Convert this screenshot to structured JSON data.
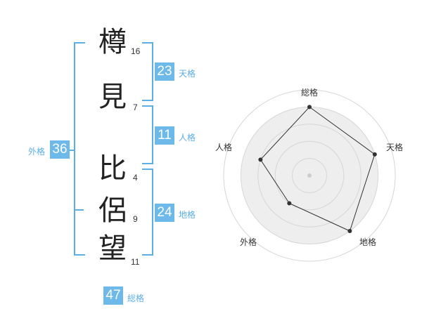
{
  "name": {
    "chars": [
      {
        "char": "樽",
        "strokes": "16"
      },
      {
        "char": "見",
        "strokes": "7"
      },
      {
        "char": "比",
        "strokes": "4"
      },
      {
        "char": "侶",
        "strokes": "9"
      },
      {
        "char": "望",
        "strokes": "11"
      }
    ]
  },
  "kakusu": {
    "tenkaku": {
      "value": "23",
      "label": "天格"
    },
    "jinkaku": {
      "value": "11",
      "label": "人格"
    },
    "chikaku": {
      "value": "24",
      "label": "地格"
    },
    "gaikaku": {
      "value": "36",
      "label": "外格"
    },
    "soukaku": {
      "value": "47",
      "label": "総格"
    }
  },
  "radar": {
    "axes": [
      "総格",
      "天格",
      "地格",
      "外格",
      "人格"
    ],
    "values": [
      0.8,
      0.8,
      0.8,
      0.4,
      0.6
    ],
    "max": 1
  },
  "colors": {
    "accent": "#6cb9ea",
    "bracket": "#5aaee4",
    "radar_fill": "#eeeeee",
    "radar_line": "#333333"
  }
}
